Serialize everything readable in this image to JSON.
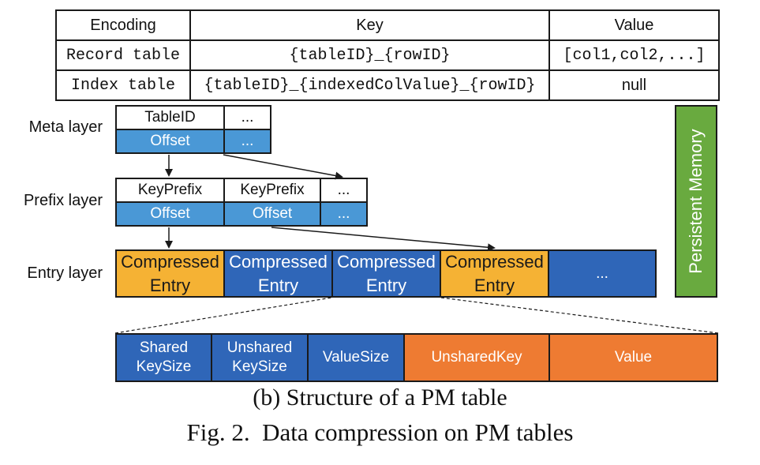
{
  "table": {
    "headers": [
      "Encoding",
      "Key",
      "Value"
    ],
    "rows": [
      {
        "encoding": "Record table",
        "key": "{tableID}_{rowID}",
        "value": "[col1,col2,...]"
      },
      {
        "encoding": "Index table",
        "key": "{tableID}_{indexedColValue}_{rowID}",
        "value": "null"
      }
    ]
  },
  "layers": {
    "meta": "Meta layer",
    "prefix": "Prefix layer",
    "entry": "Entry layer"
  },
  "meta_cells": {
    "top": [
      "TableID",
      "..."
    ],
    "bottom": [
      "Offset",
      "..."
    ]
  },
  "prefix_cells": {
    "top": [
      "KeyPrefix",
      "KeyPrefix",
      "..."
    ],
    "bottom": [
      "Offset",
      "Offset",
      "..."
    ]
  },
  "entries": [
    {
      "line1": "Compressed",
      "line2": "Entry",
      "color": "#f5b234"
    },
    {
      "line1": "Compressed",
      "line2": "Entry",
      "color": "#2f66b8"
    },
    {
      "line1": "Compressed",
      "line2": "Entry",
      "color": "#2f66b8"
    },
    {
      "line1": "Compressed",
      "line2": "Entry",
      "color": "#f5b234"
    },
    {
      "line1": "...",
      "line2": "",
      "color": "#2f66b8"
    }
  ],
  "persistent_memory": "Persistent Memory",
  "structure": [
    {
      "line1": "Shared",
      "line2": "KeySize"
    },
    {
      "line1": "Unshared",
      "line2": "KeySize"
    },
    {
      "line1": "ValueSize",
      "line2": ""
    },
    {
      "line1": "UnsharedKey",
      "line2": ""
    },
    {
      "line1": "Value",
      "line2": ""
    }
  ],
  "captions": {
    "sub": "(b) Structure of a PM table",
    "fig": "Fig. 2.  Data compression on PM tables"
  },
  "colors": {
    "light_blue": "#4a98d6",
    "dark_blue": "#2f66b8",
    "orange_yellow": "#f5b234",
    "orange": "#ee7b32",
    "green": "#69aa3f"
  }
}
